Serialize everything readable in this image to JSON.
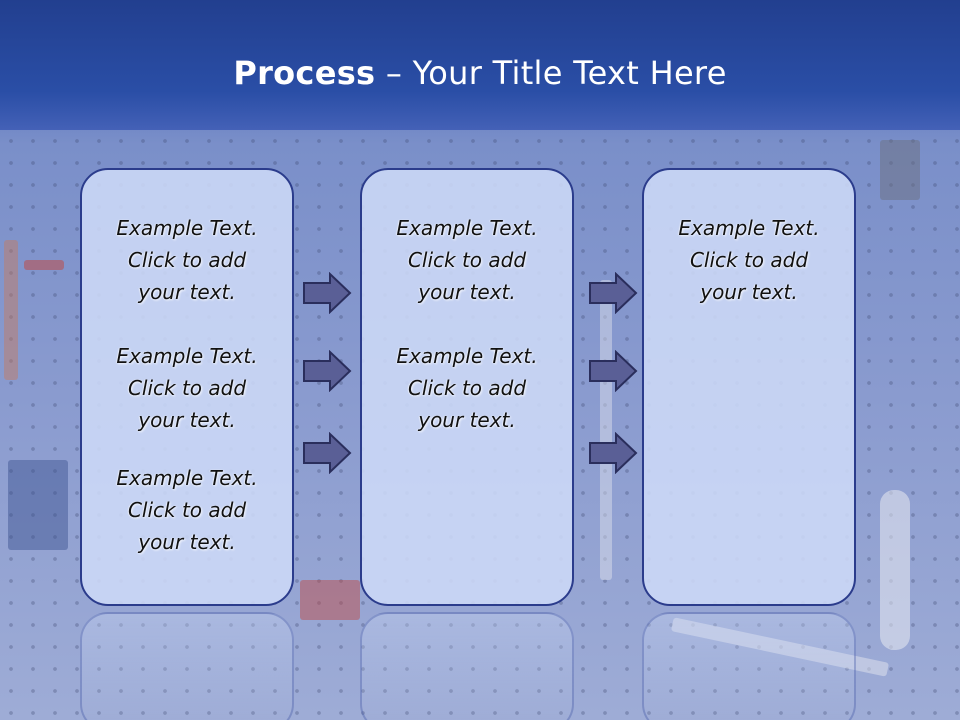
{
  "slide": {
    "title_bold": "Process",
    "title_rest": "– Your Title Text Here"
  },
  "columns": [
    {
      "blocks": [
        {
          "line1": "Example Text.",
          "line2": "Click  to add",
          "line3": "your text."
        },
        {
          "line1": "Example Text.",
          "line2": "Click  to add",
          "line3": "your text."
        },
        {
          "line1": "Example Text.",
          "line2": "Click  to add",
          "line3": "your text."
        }
      ]
    },
    {
      "blocks": [
        {
          "line1": "Example Text.",
          "line2": "Click  to add",
          "line3": "your text."
        },
        {
          "line1": "Example Text.",
          "line2": "Click  to add",
          "line3": "your text."
        }
      ]
    },
    {
      "blocks": [
        {
          "line1": "Example Text.",
          "line2": "Click  to add",
          "line3": "your text."
        }
      ]
    }
  ],
  "colors": {
    "header": "#223f8f",
    "card_fill": "#cddaf7",
    "card_border": "#2b3c8c",
    "arrow_fill": "#5a5f96",
    "arrow_stroke": "#2a2e5c"
  },
  "icons": {
    "arrow": "right-arrow-icon"
  }
}
